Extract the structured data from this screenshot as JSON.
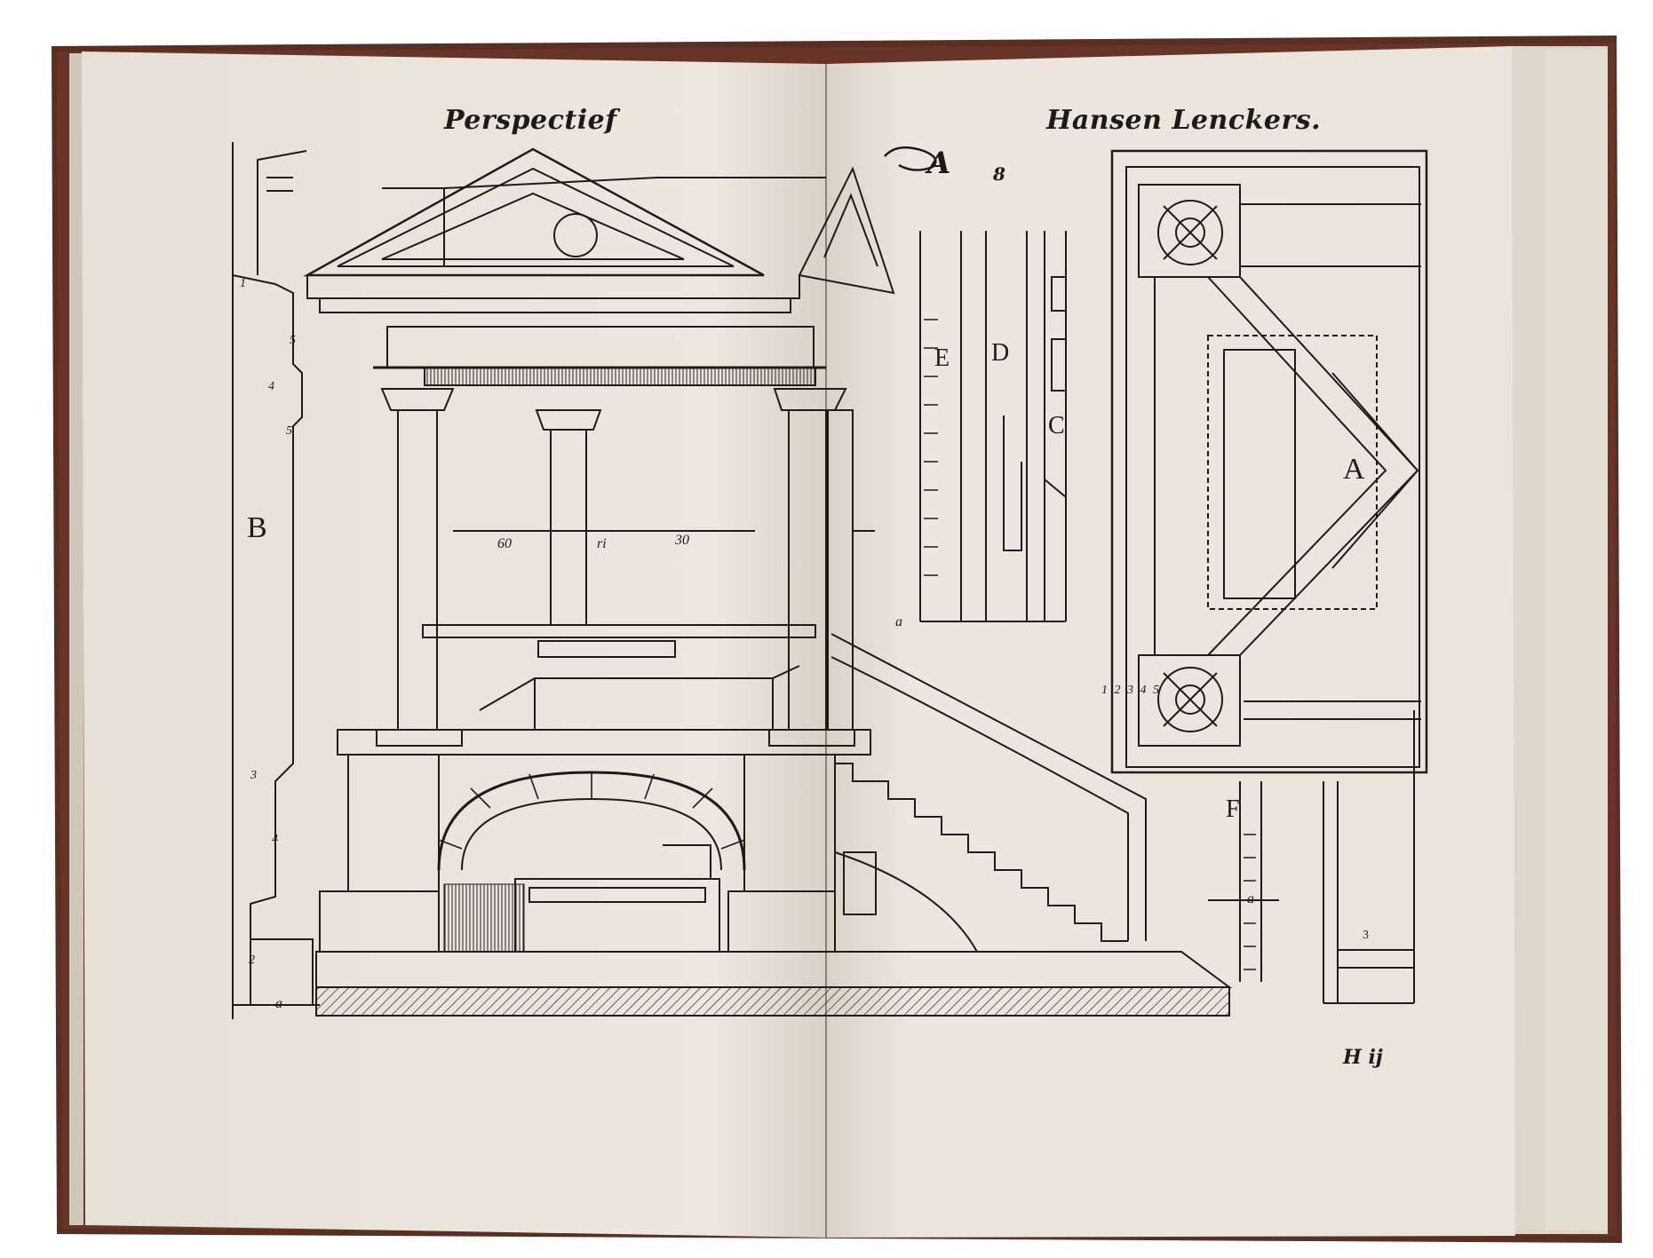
{
  "spread": {
    "left_page": {
      "running_head": "Perspectief",
      "plate_labels": {
        "B": "B",
        "scale_text_1": "60",
        "scale_text_2": "ri",
        "scale_text_3": "30",
        "scale_a": "a",
        "scale_nums": [
          "1",
          "5",
          "4",
          "5",
          "3",
          "4",
          "2"
        ]
      }
    },
    "right_page": {
      "running_head": "Hansen Lenckers.",
      "monogram": "A",
      "monogram_suffix": "8",
      "plate_labels": {
        "A": "A",
        "C": "C",
        "D": "D",
        "E": "E",
        "F": "F",
        "scale_a_top": "a",
        "scale_a_bottom": "a",
        "numbers": "1 2 3 4 5",
        "three": "3"
      },
      "signature": "H ij"
    }
  },
  "colors": {
    "paper": "#ebe6de",
    "ink": "#1e1a16",
    "binding": "#5a2e22"
  }
}
